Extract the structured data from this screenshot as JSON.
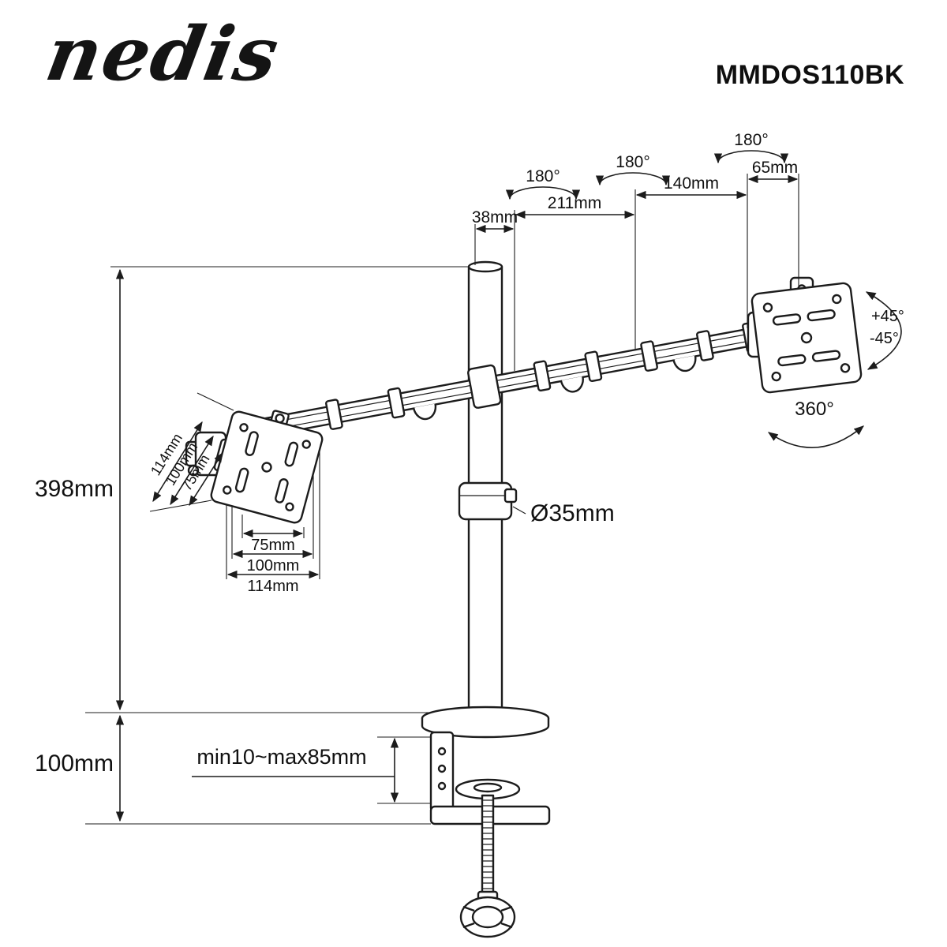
{
  "header": {
    "brand": "nedis",
    "model": "MMDOS110BK"
  },
  "colors": {
    "ink": "#1c1c1c",
    "background": "#ffffff"
  },
  "dims": {
    "total_height": "398mm",
    "clamp_height": "100mm",
    "pole_diameter": "Ø35mm",
    "clamp_range": "min10~max85mm",
    "offset_38": "38mm",
    "span_211": "211mm",
    "span_140": "140mm",
    "span_65": "65mm",
    "arm_rotation": "180°",
    "tilt_up": "+45°",
    "tilt_down": "-45°",
    "plate_rotation": "360°",
    "vesa_75": "75mm",
    "vesa_100": "100mm",
    "vesa_114": "114mm"
  }
}
